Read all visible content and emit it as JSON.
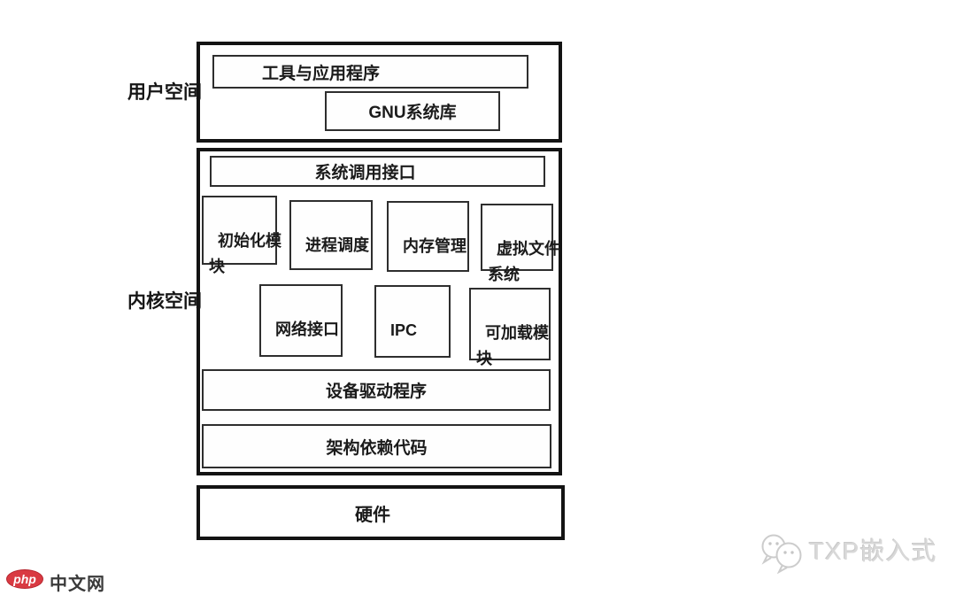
{
  "diagram": {
    "user_space": {
      "label": "用户空间",
      "tools_box": "工具与应用程序",
      "gnu_box": "GNU系统库"
    },
    "kernel_space": {
      "label": "内核空间",
      "syscall_box": "系统调用接口",
      "modules_row1": [
        "初始化模\n块",
        "进程调度",
        "内存管理",
        "虚拟文件\n系统"
      ],
      "modules_row2": [
        "网络接口",
        "IPC",
        "可加载模\n块"
      ],
      "drivers_box": "设备驱动程序",
      "arch_box": "架构依赖代码"
    },
    "hardware_box": "硬件"
  },
  "watermarks": {
    "php_logo": "php",
    "php_site": "中文网",
    "wechat_icon": "wechat-icon",
    "wechat_account": "TXP嵌入式"
  },
  "colors": {
    "outer_border": "#131313",
    "inner_border": "#2e2e2e",
    "text": "#1b1b1b",
    "php_red": "#d93a42",
    "watermark_gray": "#d8d8d8",
    "background": "#ffffff"
  }
}
